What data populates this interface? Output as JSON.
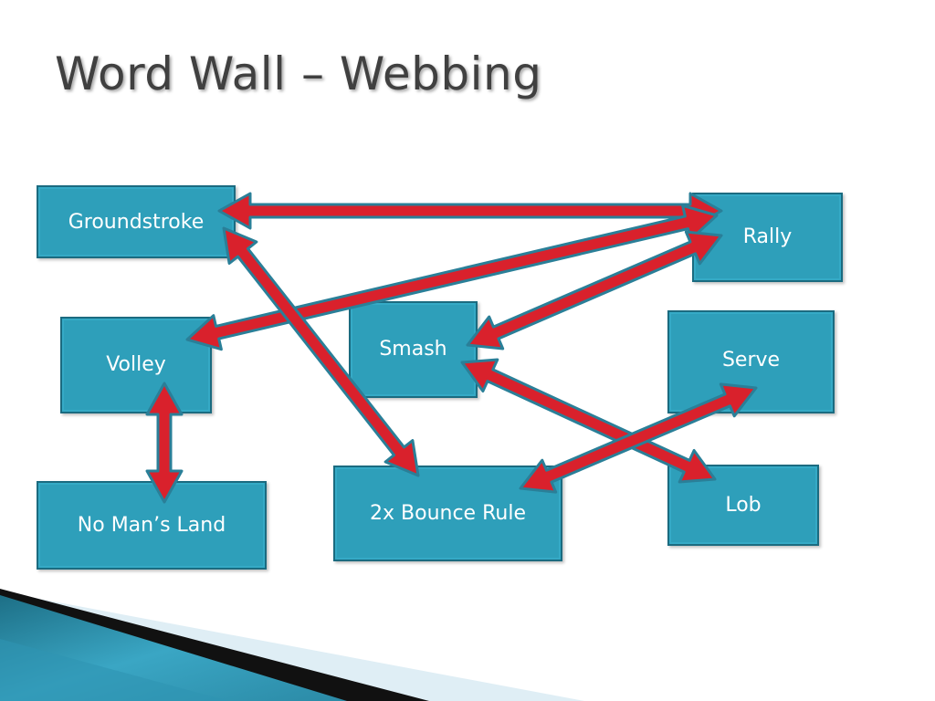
{
  "title": "Word Wall – Webbing",
  "boxes": {
    "groundstroke": "Groundstroke",
    "rally": "Rally",
    "volley": "Volley",
    "smash": "Smash",
    "serve": "Serve",
    "no_mans_land": "No Man’s Land",
    "bounce_rule": "2x Bounce Rule",
    "lob": "Lob"
  },
  "connections": [
    {
      "from": "groundstroke",
      "to": "rally"
    },
    {
      "from": "rally",
      "to": "volley"
    },
    {
      "from": "rally",
      "to": "smash"
    },
    {
      "from": "groundstroke",
      "to": "bounce_rule"
    },
    {
      "from": "volley",
      "to": "no_mans_land"
    },
    {
      "from": "smash",
      "to": "lob"
    },
    {
      "from": "bounce_rule",
      "to": "serve"
    }
  ],
  "colors": {
    "box_fill": "#2e9fba",
    "box_border": "#1b6b80",
    "arrow_fill": "#d9212c",
    "arrow_outline": "#2a7f98",
    "title": "#404040"
  }
}
